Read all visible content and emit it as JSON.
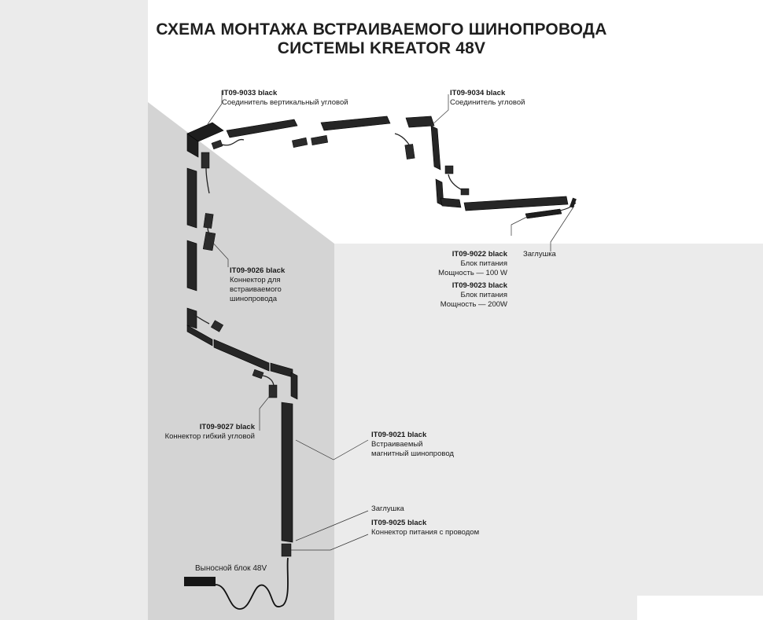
{
  "title": {
    "line1": "СХЕМА МОНТАЖА ВСТРАИВАЕМОГО ШИНОПРОВОДА",
    "line2": "СИСТЕМЫ KREATOR 48V"
  },
  "labels": {
    "corner_vertical": {
      "code": "IT09-9033 black",
      "desc": "Соединитель вертикальный угловой"
    },
    "corner": {
      "code": "IT09-9034 black",
      "desc": "Соединитель угловой"
    },
    "connector": {
      "code": "IT09-9026 black",
      "desc1": "Коннектор  для",
      "desc2": "встраиваемого",
      "desc3": "шинопровода"
    },
    "psu_100": {
      "code": "IT09-9022 black",
      "desc1": "Блок питания",
      "desc2": "Мощность — 100 W"
    },
    "psu_200": {
      "code": "IT09-9023 black",
      "desc1": "Блок питания",
      "desc2": "Мощность — 200W"
    },
    "end_cap_top": {
      "desc": "Заглушка"
    },
    "flex_corner": {
      "code": "IT09-9027 black",
      "desc": "Коннектор гибкий угловой"
    },
    "track": {
      "code": "IT09-9021 black",
      "desc1": "Встраиваемый",
      "desc2": "магнитный шинопровод"
    },
    "end_cap_bottom": {
      "desc": "Заглушка"
    },
    "power_connector": {
      "code": "IT09-9025 black",
      "desc": "Коннектор питания с проводом"
    },
    "remote_unit": {
      "desc": "Выносной блок 48V"
    }
  }
}
